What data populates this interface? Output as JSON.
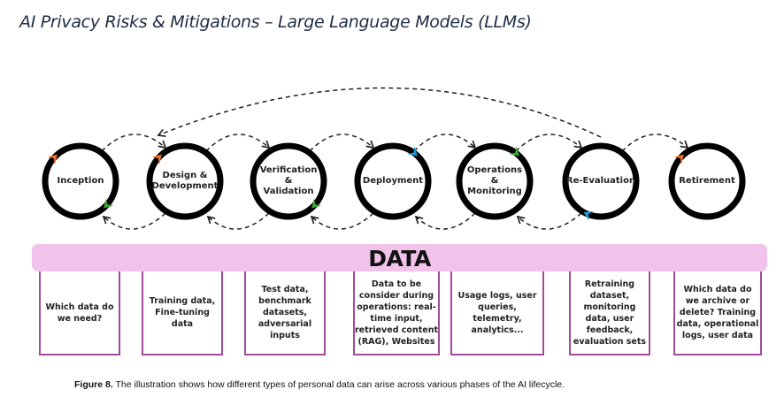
{
  "title": "AI Privacy Risks & Mitigations – Large Language Models (LLMs)",
  "phases": [
    {
      "label": "Inception",
      "marker_start": "orange",
      "marker_end": "green"
    },
    {
      "label": "Design &\nDevelopment",
      "marker_start": "orange"
    },
    {
      "label": "Verification\n&\nValidation",
      "marker_end": "green"
    },
    {
      "label": "Deployment",
      "marker_start": "blue"
    },
    {
      "label": "Operations\n&\nMonitoring",
      "marker_start": "green"
    },
    {
      "label": "Re-Evaluation",
      "marker_end": "blue"
    },
    {
      "label": "Retirement",
      "marker_start": "orange"
    }
  ],
  "data_bar_label": "DATA",
  "data_boxes": [
    "Which data do\nwe need?",
    "Training data,\nFine-tuning\ndata",
    "Test data,\nbenchmark\ndatasets,\nadversarial\ninputs",
    "Data to be\nconsider during\noperations: real-\ntime input,\nretrieved content\n(RAG), Websites",
    "Usage logs, user\nqueries, telemetry,\nanalytics...",
    "Retraining\ndataset,\nmonitoring\ndata, user\nfeedback,\nevaluation sets",
    "Which data do\nwe archive or\ndelete? Training\ndata, operational\nlogs, user data"
  ],
  "caption": {
    "label": "Figure 8.",
    "text": " The illustration shows how different types of personal data can arise across various phases of the AI lifecycle."
  },
  "colors": {
    "orange": "#f0702a",
    "green": "#3aaa35",
    "blue": "#1e9ad6",
    "ring": "#000000",
    "data_bar": "#f2c3ea",
    "box_border": "#a24a9a"
  }
}
